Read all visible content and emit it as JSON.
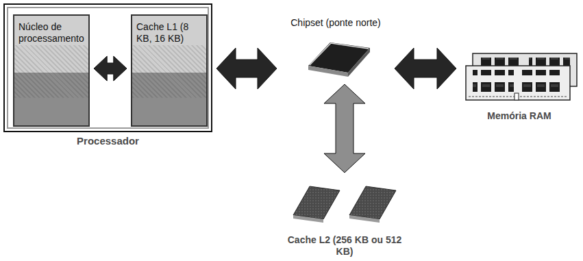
{
  "diagram": {
    "nodes": [
      {
        "text": [
          "Processador"
        ]
      },
      {
        "text": [
          "Núcleo de processamento"
        ],
        "in": 0
      },
      {
        "text": [
          "Cache L1 (8 KB, 16 KB)"
        ],
        "in": 0
      },
      {
        "text": [
          "Chipset (ponte norte)"
        ]
      },
      {
        "text": [
          "Memória RAM"
        ]
      },
      {
        "text": [
          "Cache L2 (256 KB ou 512 KB)"
        ]
      }
    ],
    "edges": [
      {
        "from": 1,
        "to": 2,
        "arrow": "both"
      },
      {
        "from": 0,
        "to": 3,
        "arrow": "both"
      },
      {
        "from": 3,
        "to": 4,
        "arrow": "both"
      },
      {
        "from": 3,
        "to": 5,
        "arrow": "both"
      }
    ]
  }
}
